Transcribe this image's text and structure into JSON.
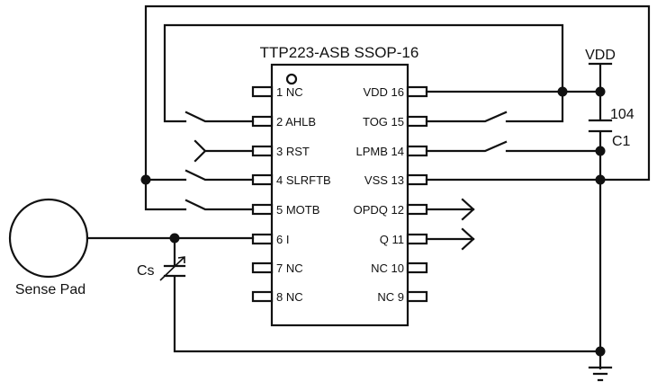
{
  "diagram": {
    "type": "circuit-schematic",
    "chip_title": "TTP223-ASB SSOP-16",
    "left_pins": [
      {
        "label": "1 NC"
      },
      {
        "label": "2 AHLB"
      },
      {
        "label": "3 RST"
      },
      {
        "label": "4 SLRFTB"
      },
      {
        "label": "5 MOTB"
      },
      {
        "label": "6 I"
      },
      {
        "label": "7 NC"
      },
      {
        "label": "8 NC"
      }
    ],
    "right_pins": [
      {
        "label": "VDD 16"
      },
      {
        "label": "TOG 15"
      },
      {
        "label": "LPMB 14"
      },
      {
        "label": "VSS 13"
      },
      {
        "label": "OPDQ 12"
      },
      {
        "label": "Q 11"
      },
      {
        "label": "NC 10"
      },
      {
        "label": "NC 9"
      }
    ],
    "vdd_label": "VDD",
    "c1_value": "104",
    "c1_name": "C1",
    "cs_label": "Cs",
    "sense_pad_label": "Sense Pad"
  }
}
